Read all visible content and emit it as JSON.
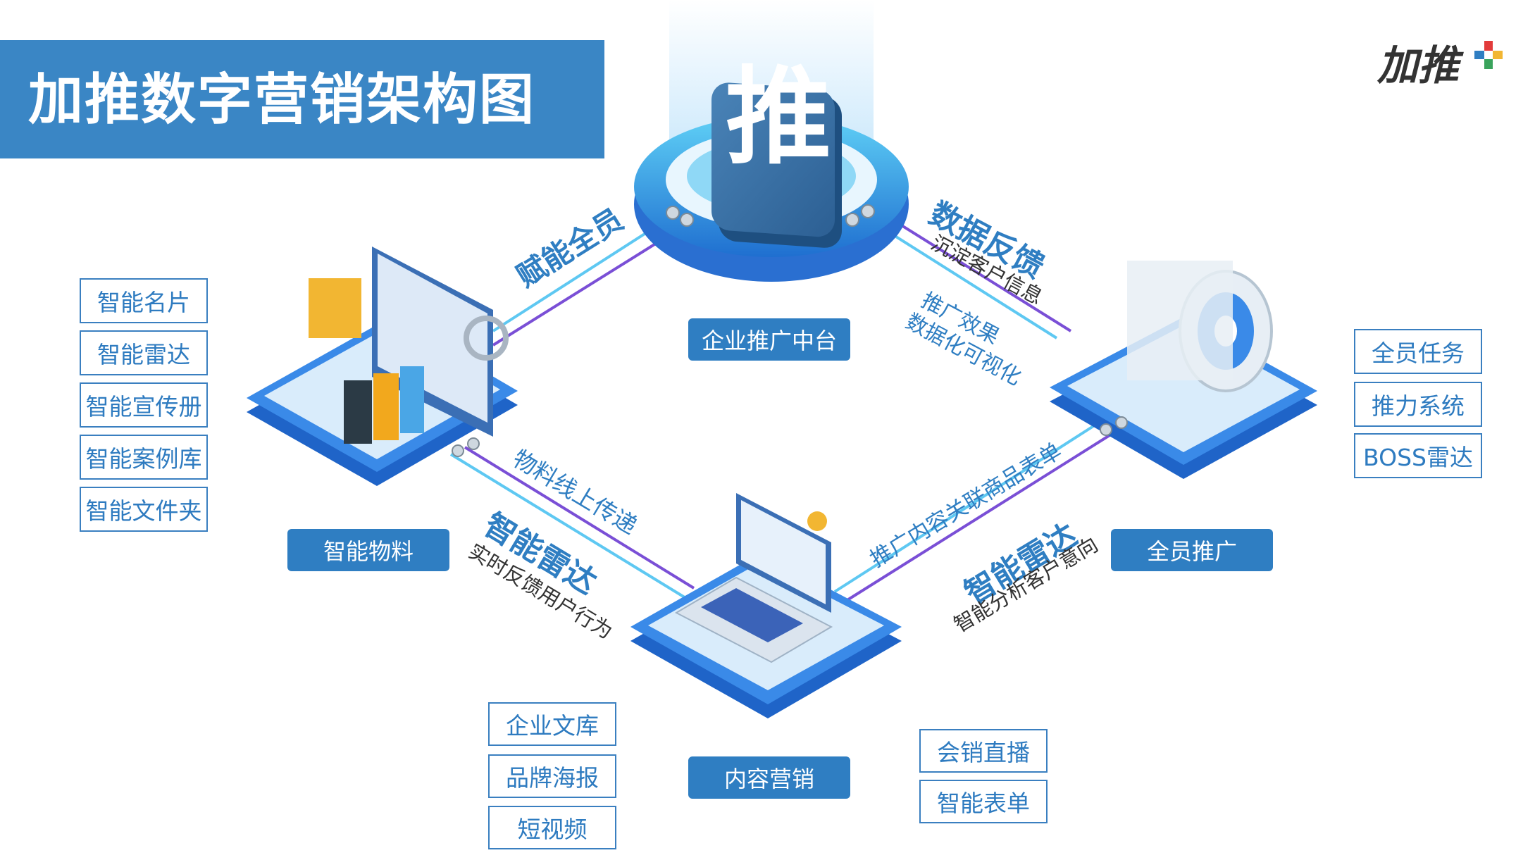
{
  "title": "加推数字营销架构图",
  "logo": {
    "text": "加推",
    "icon": "colorful-cross-logo-icon"
  },
  "center": {
    "tile_char": "推",
    "label": "企业推广中台"
  },
  "nodes": {
    "material": {
      "label": "智能物料",
      "items": [
        "智能名片",
        "智能雷达",
        "智能宣传册",
        "智能案例库",
        "智能文件夹"
      ]
    },
    "promotion": {
      "label": "全员推广",
      "items": [
        "全员任务",
        "推力系统",
        "BOSS雷达"
      ]
    },
    "content": {
      "label": "内容营销",
      "items_left": [
        "企业文库",
        "品牌海报",
        "短视频"
      ],
      "items_right": [
        "会销直播",
        "智能表单"
      ]
    }
  },
  "edges": {
    "empower": "赋能全员",
    "feedback_title": "数据反馈",
    "feedback_sub": "沉淀客户信息",
    "effect_1": "推广效果",
    "effect_2": "数据化可视化",
    "transfer": "物料线上传递",
    "radar_left_title": "智能雷达",
    "radar_left_sub": "实时反馈用户行为",
    "link_form": "推广内容关联商品表单",
    "radar_right_title": "智能雷达",
    "radar_right_sub": "智能分析客户意向"
  },
  "colors": {
    "primary": "#2f7ec2",
    "title_bg": "#3a86c5",
    "box_border": "#3a7fc0",
    "platform": "#2a6fd1",
    "platform_top": "#d9ecfb"
  }
}
